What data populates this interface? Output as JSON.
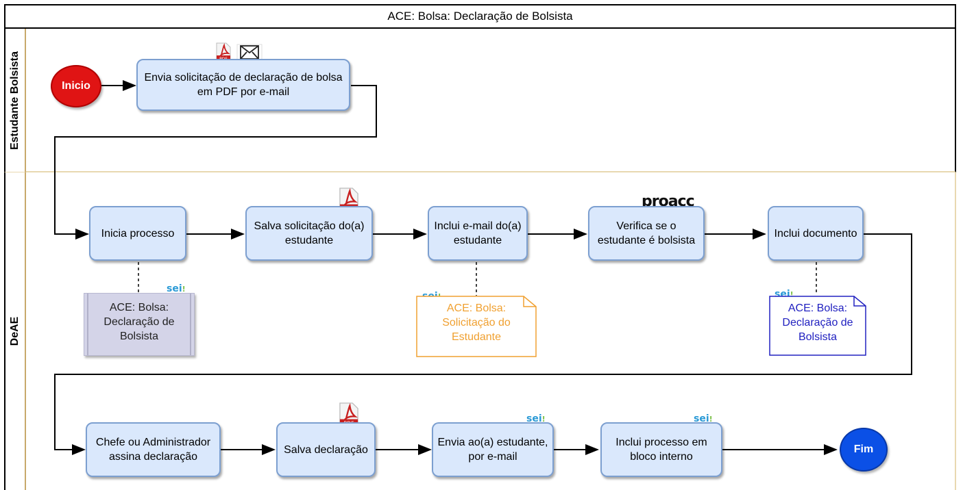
{
  "pool_title": "ACE: Bolsa: Declaração de Bolsista",
  "lanes": [
    {
      "label": "Estudante Bolsista"
    },
    {
      "label": "DeAE"
    }
  ],
  "events": {
    "start": "Inicio",
    "end": "Fim"
  },
  "tasks": {
    "t1": "Envia solicitação de declaração de bolsa em PDF por e-mail",
    "t2": "Inicia processo",
    "t3": "Salva solicitação do(a) estudante",
    "t4": "Inclui e-mail do(a) estudante",
    "t5": "Verifica se o estudante é bolsista",
    "t6": "Inclui documento",
    "t7": "Chefe ou Administrador assina declaração",
    "t8": "Salva declaração",
    "t9": "Envia ao(a) estudante, por e-mail",
    "t10": "Inclui processo em bloco interno"
  },
  "artifacts": {
    "doc1": "ACE: Bolsa: Declaração de Bolsista",
    "doc2": "ACE: Bolsa: Solicitação do Estudante",
    "doc3": "ACE: Bolsa: Declaração de Bolsista"
  },
  "logos": {
    "sei": "sei",
    "proacc": "proacc",
    "pdf": "PDF"
  },
  "colors": {
    "task_fill": "#dae8fc",
    "task_border": "#7c9fd0",
    "start_event": "#e01414",
    "end_event": "#0b50e6",
    "doc_orange": "#f0a030",
    "doc_blue": "#2020c0",
    "lane_border": "#e8d8b0"
  },
  "icons": [
    "pdf-icon",
    "envelope-icon",
    "sei-logo",
    "proacc-logo"
  ]
}
